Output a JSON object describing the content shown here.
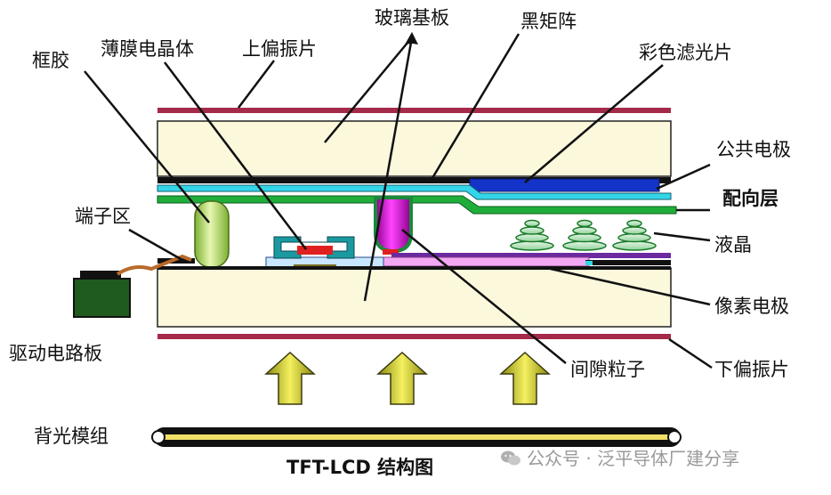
{
  "labels": {
    "frame_glue": "框胶",
    "tft": "薄膜电晶体",
    "upper_polarizer": "上偏振片",
    "glass_substrate": "玻璃基板",
    "black_matrix": "黑矩阵",
    "color_filter": "彩色滤光片",
    "common_electrode": "公共电极",
    "alignment_layer": "配向层",
    "terminal_area": "端子区",
    "liquid_crystal": "液晶",
    "pixel_electrode": "像素电极",
    "driver_board": "驱动电路板",
    "spacer": "间隙粒子",
    "lower_polarizer": "下偏振片",
    "backlight": "背光模组"
  },
  "caption": "TFT-LCD 结构图",
  "watermark": "公众号 · 泛平导体厂建分享",
  "colors": {
    "polarizer": "#a52a4a",
    "glass": "#fbf8dc",
    "black_matrix": "#111111",
    "cyan_layer": "#33d6e8",
    "green_layer": "#1fae3a",
    "blue_filter": "#1433c9",
    "spacer": "#b400b4",
    "frame_glue": "#b8e07a",
    "pixel_electrode": "#f2a8f2",
    "driver_board": "#1f5a1f",
    "arrow": "#d8d020",
    "backlight_line": "#f0e068"
  }
}
